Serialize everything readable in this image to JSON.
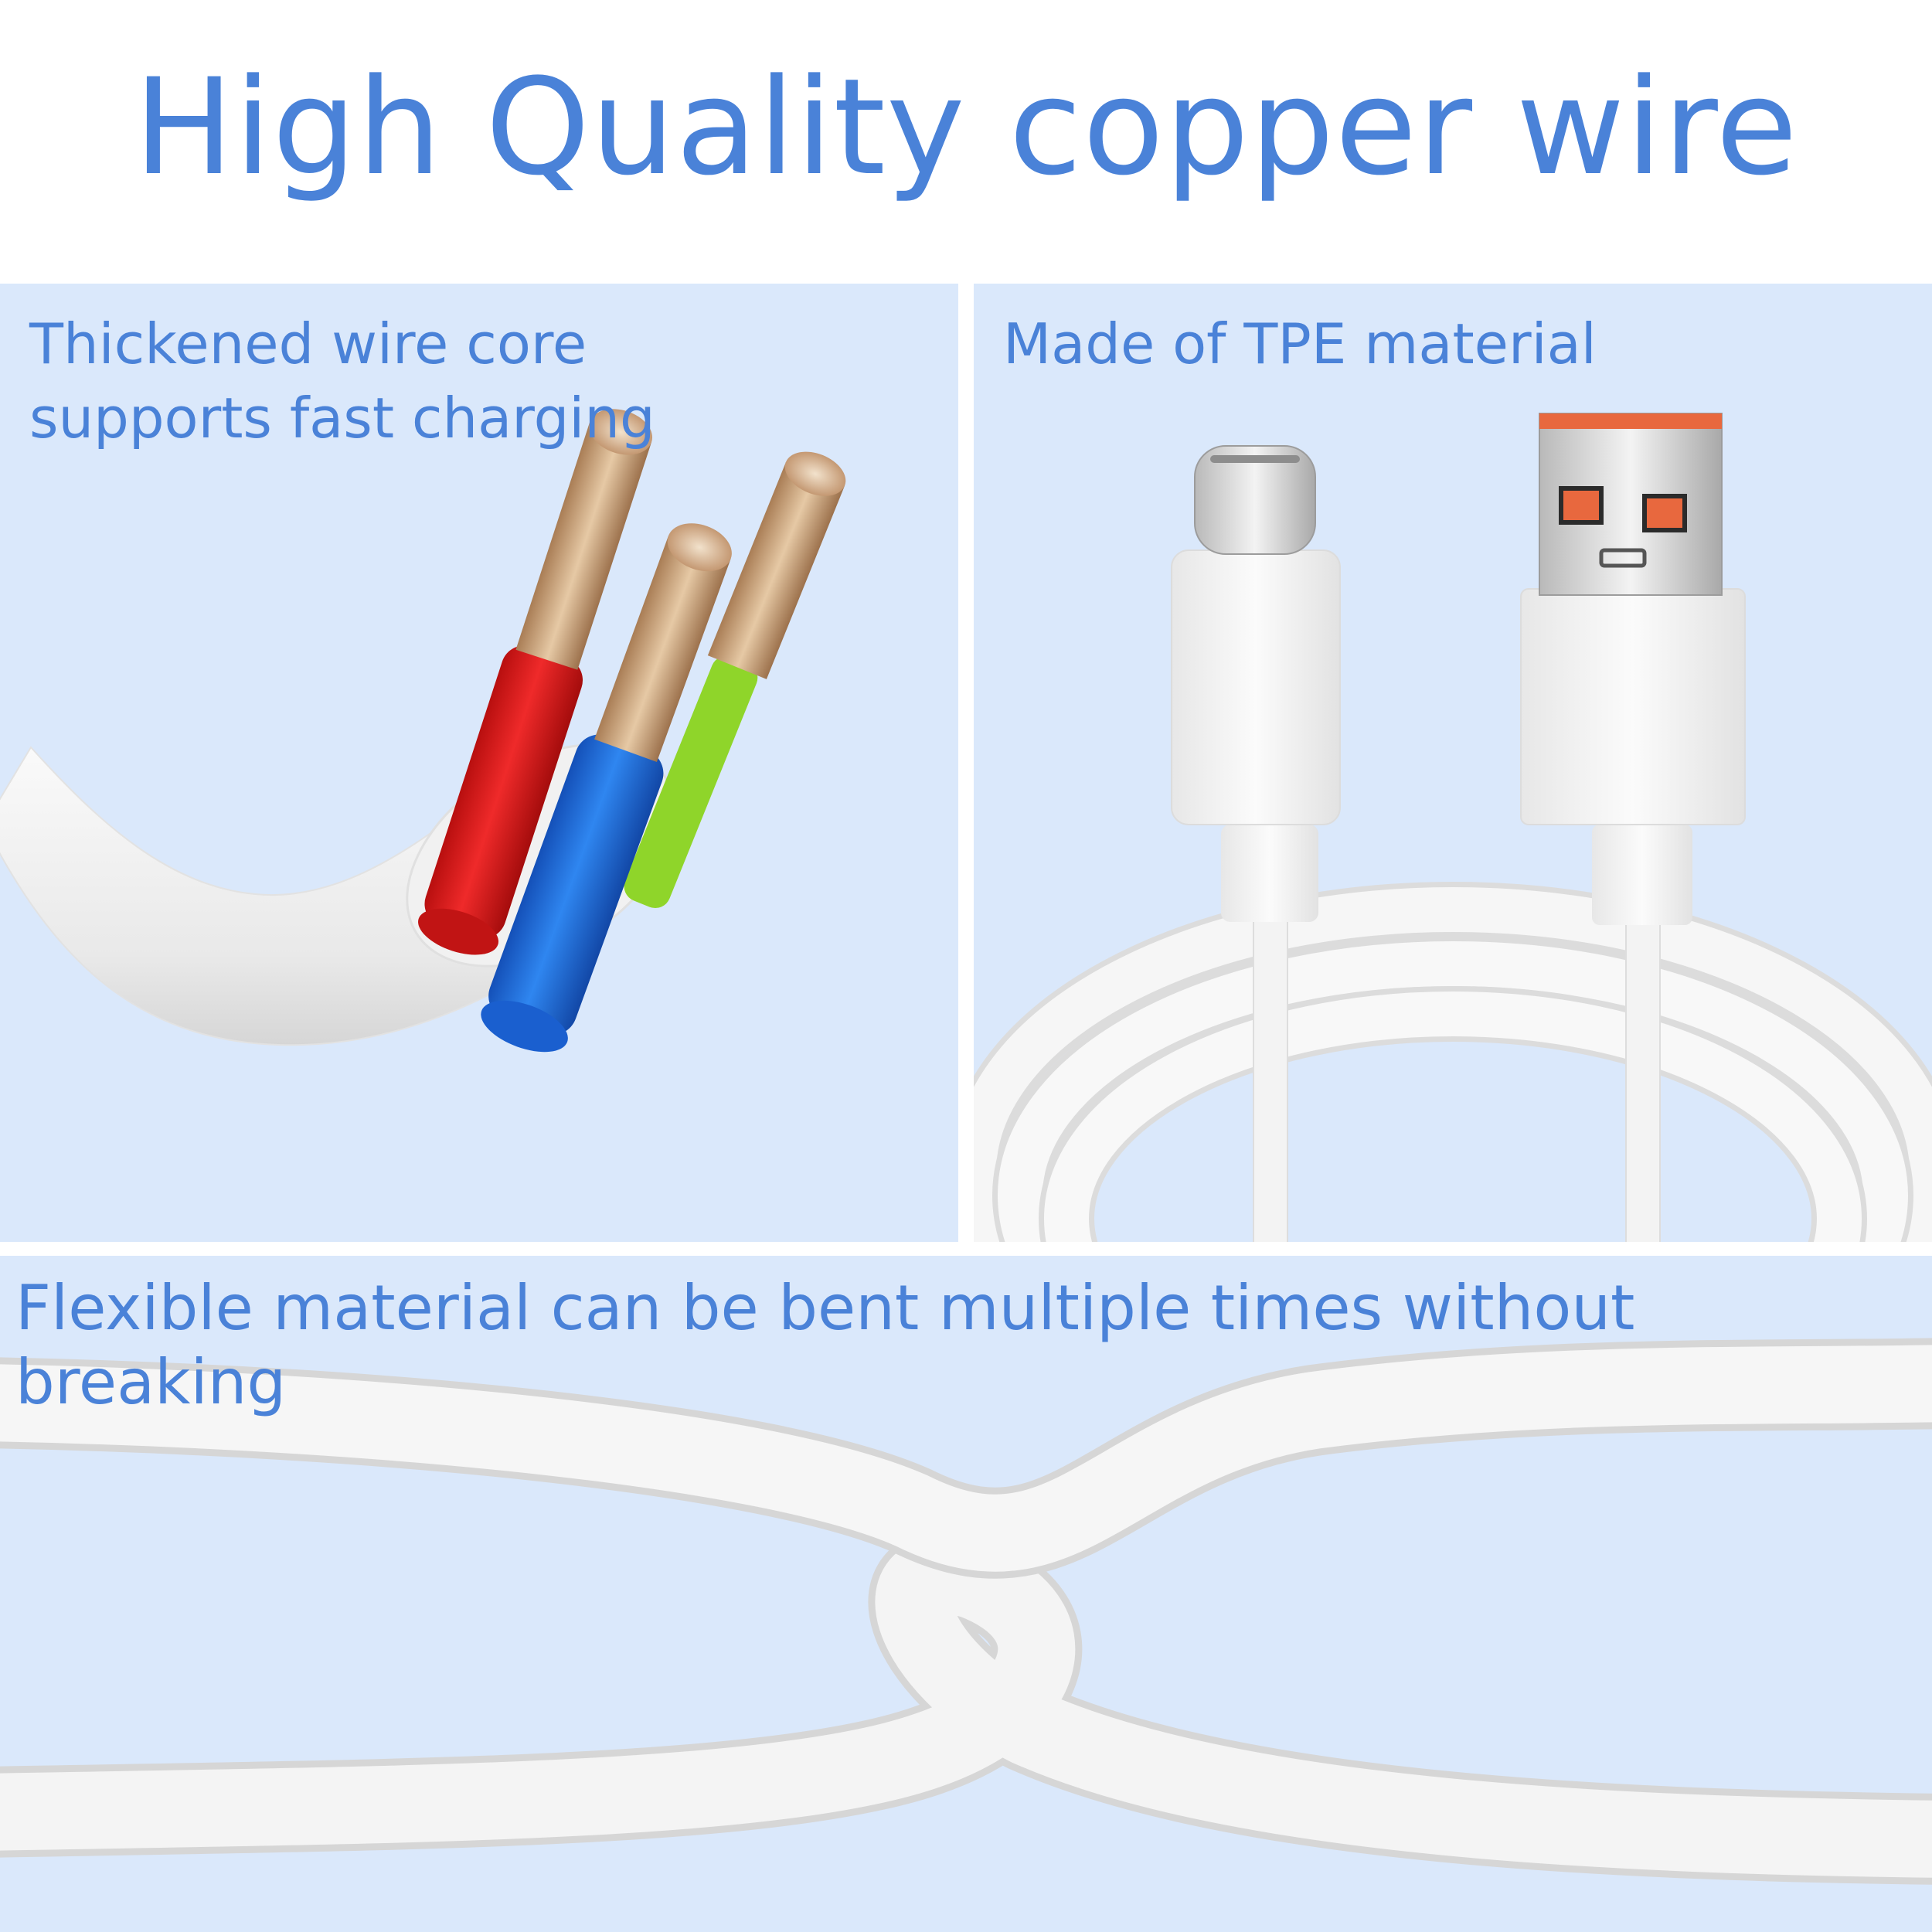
{
  "title": "High Quality copper wire",
  "panels": {
    "wire_core": {
      "caption_line1": "Thickened wire core",
      "caption_line2": "supports fast charging"
    },
    "tpe": {
      "caption": "Made of TPE material"
    },
    "flexible": {
      "caption": "Flexible material can be bent multiple times without breaking"
    }
  },
  "colors": {
    "accent_text": "#4a82d8",
    "panel_bg": "#dae8fb",
    "cable_white": "#f4f4f4",
    "usb_tongue": "#e8683e",
    "wire_red": "#e11a1a",
    "wire_blue": "#1f6fe0",
    "wire_green": "#8fd52a",
    "copper": "#c9a27a"
  },
  "icons": [
    "copper-wire-cross-section-illustration",
    "usb-c-connector-illustration",
    "usb-a-connector-illustration",
    "bent-cable-illustration"
  ]
}
